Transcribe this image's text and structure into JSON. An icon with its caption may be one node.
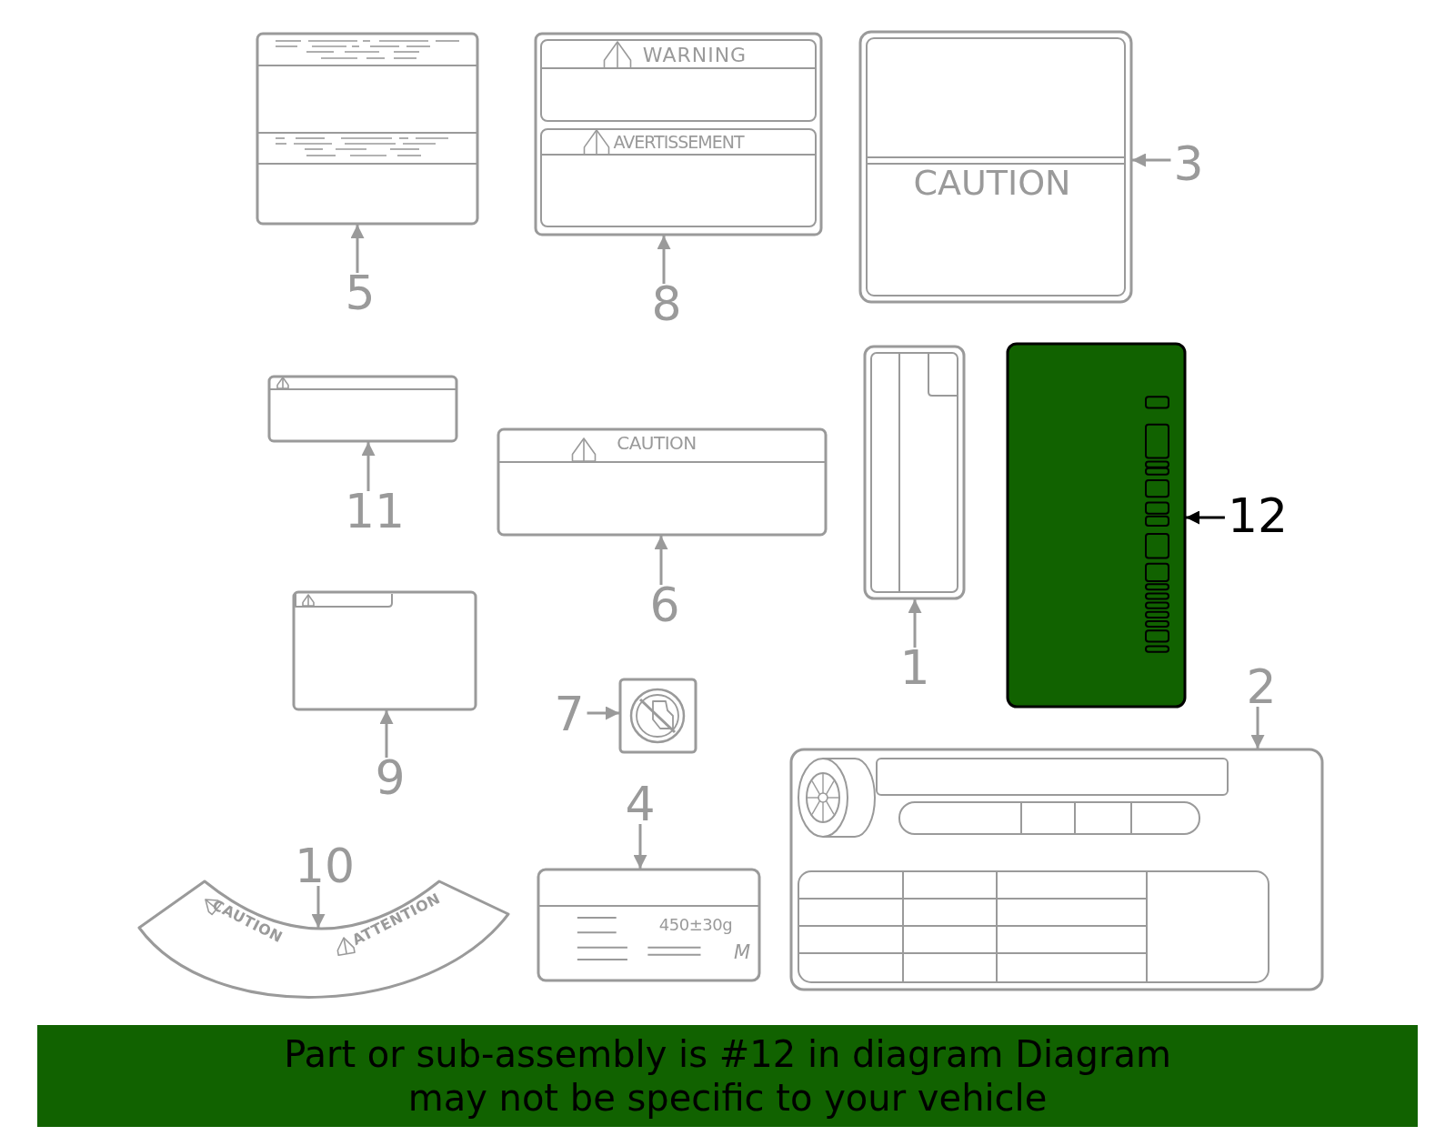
{
  "diagram": {
    "caption": "Part or sub-assembly is #12 in diagram Diagram may not be specific to your vehicle",
    "nodes": [
      {
        "text": [],
        "shape": "box"
      },
      {
        "text": [
          "5"
        ]
      },
      {
        "text": [
          "WARNING",
          "AVERTISSEMENT"
        ]
      },
      {
        "text": [
          "8"
        ]
      },
      {
        "text": [
          "CAUTION"
        ]
      },
      {
        "text": [
          "3"
        ]
      },
      {
        "text": [],
        "shape": "box"
      },
      {
        "text": [
          "11"
        ]
      },
      {
        "text": [
          "CAUTION"
        ]
      },
      {
        "text": [
          "6"
        ]
      },
      {
        "text": [],
        "shape": "box"
      },
      {
        "text": [
          "1"
        ]
      },
      {
        "text": [],
        "shape": "box"
      },
      {
        "text": [
          "12"
        ]
      },
      {
        "text": [],
        "shape": "box"
      },
      {
        "text": [
          "9"
        ]
      },
      {
        "text": [
          "7"
        ]
      },
      {
        "text": [],
        "shape": "box"
      },
      {
        "text": [
          "2"
        ]
      },
      {
        "text": [],
        "shape": "box"
      },
      {
        "text": [
          "10"
        ]
      },
      {
        "text": [
          "CAUTION",
          "ATTENTION"
        ]
      },
      {
        "text": [
          "4"
        ]
      },
      {
        "text": [
          "450±30g",
          "M"
        ]
      }
    ],
    "edges": [
      {
        "from": 1,
        "to": 0,
        "arrow": "to"
      },
      {
        "from": 3,
        "to": 2,
        "arrow": "to"
      },
      {
        "from": 5,
        "to": 4,
        "arrow": "to"
      },
      {
        "from": 7,
        "to": 6,
        "arrow": "to"
      },
      {
        "from": 9,
        "to": 8,
        "arrow": "to"
      },
      {
        "from": 11,
        "to": 10,
        "arrow": "to"
      },
      {
        "from": 13,
        "to": 12,
        "arrow": "to",
        "color": "#000000"
      },
      {
        "from": 15,
        "to": 14,
        "arrow": "to"
      },
      {
        "from": 16,
        "to": 17,
        "arrow": "to"
      },
      {
        "from": 18,
        "to": 19,
        "arrow": "to"
      },
      {
        "from": 20,
        "to": 21,
        "arrow": "to"
      },
      {
        "from": 22,
        "to": 23,
        "arrow": "to"
      }
    ]
  }
}
